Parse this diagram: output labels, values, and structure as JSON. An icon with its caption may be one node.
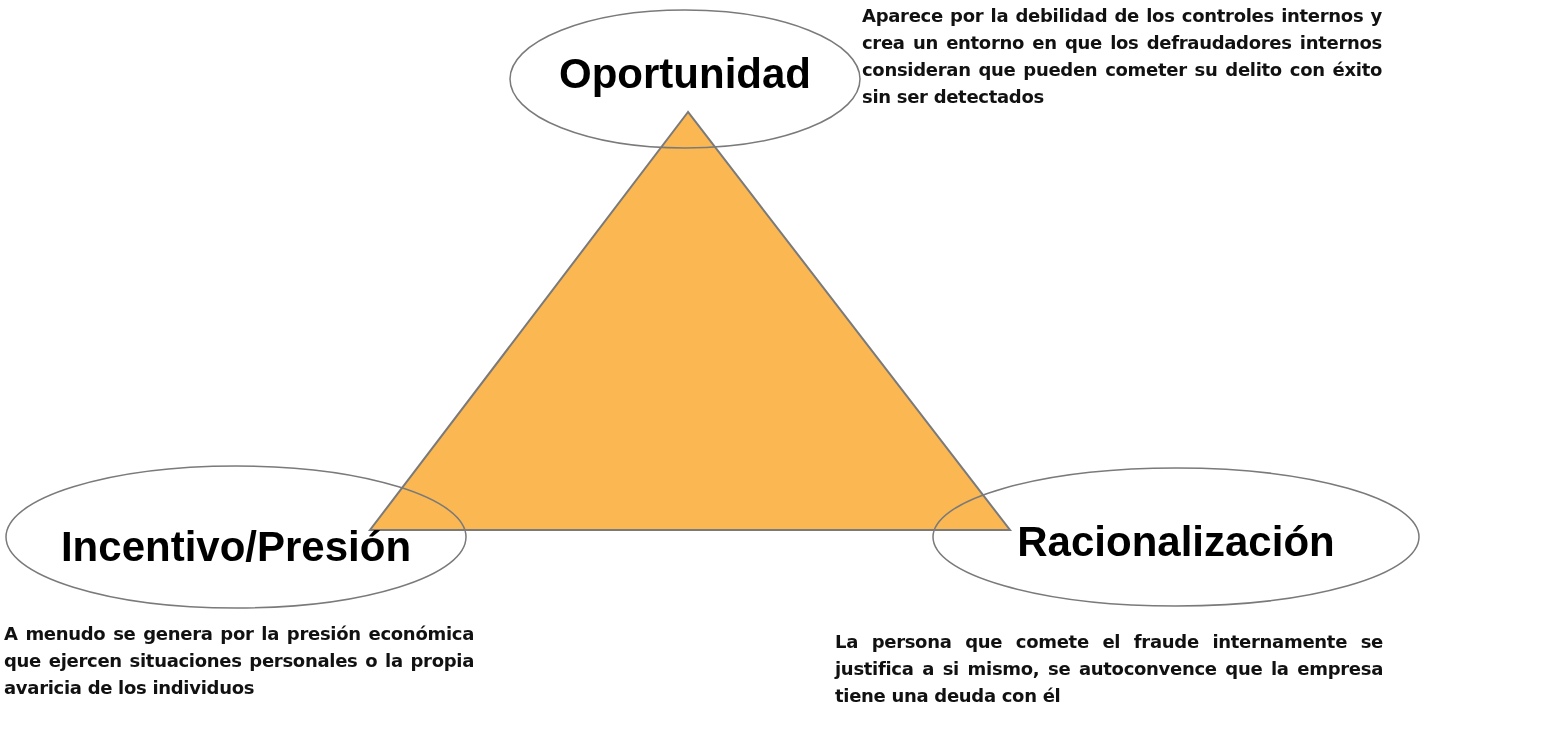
{
  "diagram": {
    "nodes": [
      {
        "text": [
          "Oportunidad"
        ],
        "beside": [
          "Aparece por la debilidad de los controles internos y crea un entorno en que los defraudadores internos consideran que pueden cometer su delito con éxito sin ser detectados"
        ]
      },
      {
        "text": [
          "Incentivo/Presión"
        ],
        "beside": [
          "A menudo se genera por la presión económica que ejercen situaciones personales o la propia avaricia de los individuos"
        ]
      },
      {
        "text": [
          "Racionalización"
        ],
        "beside": [
          "La persona que comete el fraude internamente se justifica a si mismo, se autoconvence que la empresa tiene una deuda con él"
        ]
      }
    ]
  }
}
